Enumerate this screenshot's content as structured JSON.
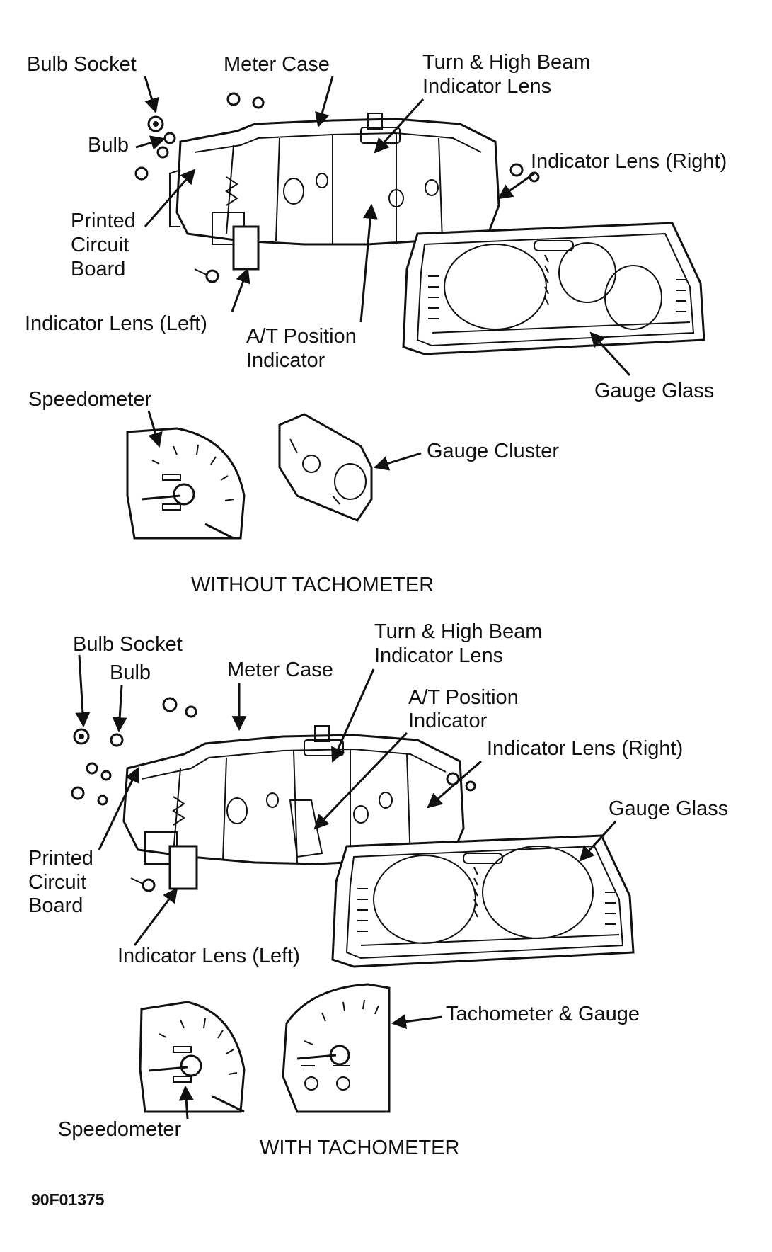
{
  "top": {
    "labels": {
      "bulb_socket": "Bulb Socket",
      "meter_case": "Meter Case",
      "turn_lens_1": "Turn & High Beam",
      "turn_lens_2": "Indicator Lens",
      "bulb": "Bulb",
      "indicator_right": "Indicator Lens (Right)",
      "pcb_1": "Printed",
      "pcb_2": "Circuit",
      "pcb_3": "Board",
      "indicator_left": "Indicator Lens (Left)",
      "at_pos_1": "A/T Position",
      "at_pos_2": "Indicator",
      "gauge_glass": "Gauge Glass",
      "speedometer": "Speedometer",
      "gauge_cluster": "Gauge Cluster"
    },
    "caption": "WITHOUT TACHOMETER"
  },
  "bottom": {
    "labels": {
      "bulb_socket": "Bulb Socket",
      "bulb": "Bulb",
      "meter_case": "Meter Case",
      "turn_lens_1": "Turn & High Beam",
      "turn_lens_2": "Indicator Lens",
      "at_pos_1": "A/T Position",
      "at_pos_2": "Indicator",
      "indicator_right": "Indicator Lens (Right)",
      "gauge_glass": "Gauge Glass",
      "pcb_1": "Printed",
      "pcb_2": "Circuit",
      "pcb_3": "Board",
      "indicator_left": "Indicator Lens (Left)",
      "tach_gauge": "Tachometer & Gauge",
      "speedometer": "Speedometer"
    },
    "caption": "WITH TACHOMETER"
  },
  "figure_code": "90F01375"
}
